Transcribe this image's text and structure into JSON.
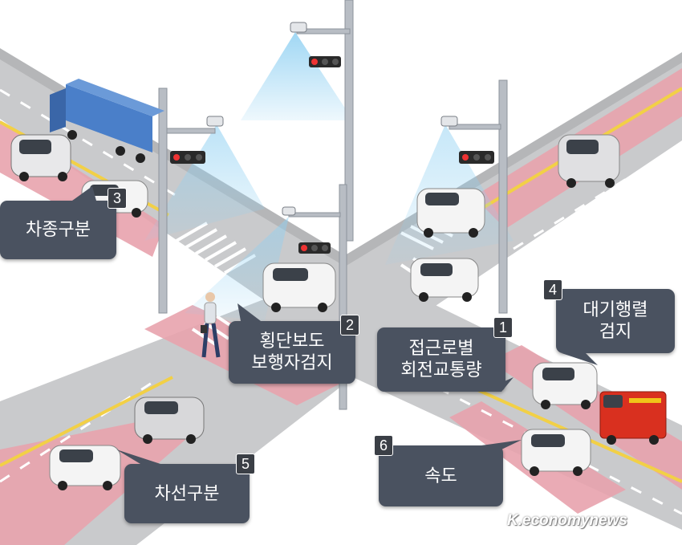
{
  "callouts": {
    "c1": {
      "number": "1",
      "line1": "접근로별",
      "line2": "회전교통량"
    },
    "c2": {
      "number": "2",
      "line1": "횡단보도",
      "line2": "보행자검지"
    },
    "c3": {
      "number": "3",
      "label": "차종구분"
    },
    "c4": {
      "number": "4",
      "line1": "대기행렬",
      "line2": "검지"
    },
    "c5": {
      "number": "5",
      "label": "차선구분"
    },
    "c6": {
      "number": "6",
      "label": "속도"
    }
  },
  "watermark": "K.economynews",
  "colors": {
    "callout_bg": "#4a5260",
    "number_bg": "#3b3f46",
    "lane_highlight": "#e8a3ad",
    "road": "#c9cacc"
  },
  "icons": [
    "cctv-camera-icon",
    "traffic-light-icon",
    "truck-icon",
    "car-icon",
    "fire-truck-icon",
    "pedestrian-icon"
  ]
}
